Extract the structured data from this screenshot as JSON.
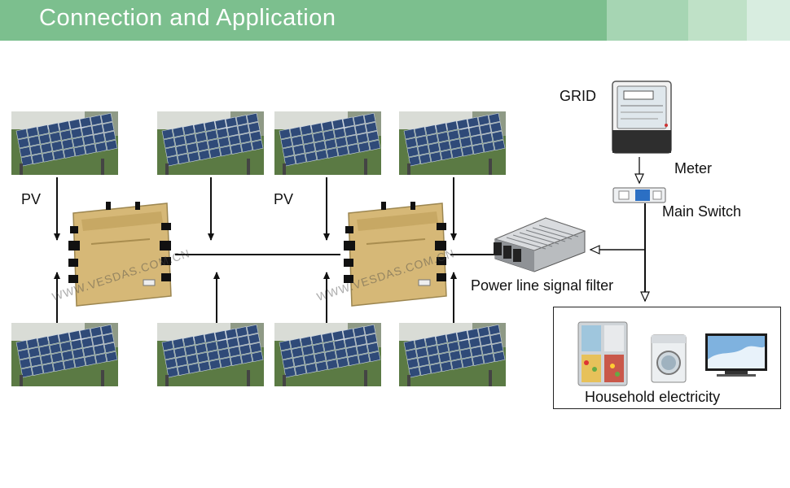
{
  "header": {
    "title": "Connection and Application"
  },
  "labels": {
    "pv_left": "PV",
    "pv_right": "PV",
    "grid": "GRID",
    "meter": "Meter",
    "main_switch": "Main Switch",
    "filter": "Power line signal filter",
    "household": "Household electricity"
  },
  "watermark": "WWW.VESDAS.COM.CN",
  "colors": {
    "header_bg": "#7cbf8e",
    "inverter_body": "#d6b877",
    "panel_cell": "#2f4a78"
  }
}
